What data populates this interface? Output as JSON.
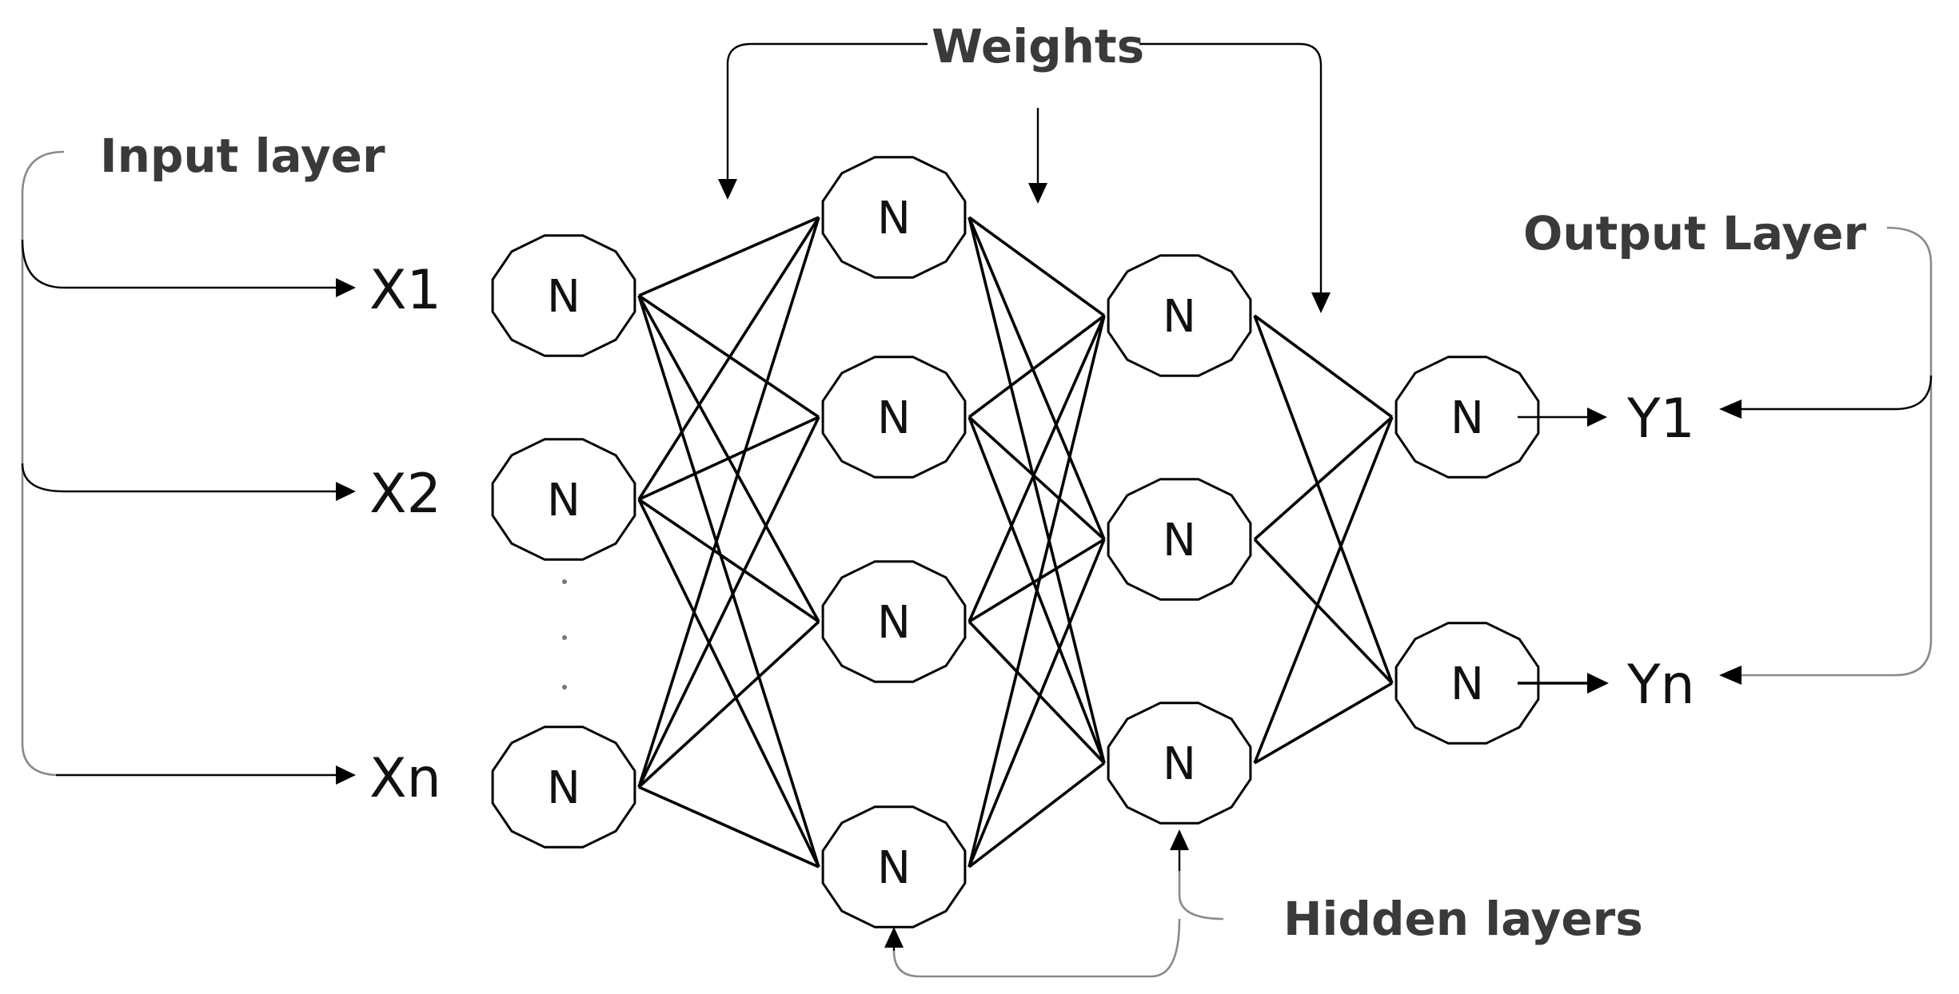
{
  "labels": {
    "weights": "Weights",
    "input_layer": "Input layer",
    "output_layer": "Output Layer",
    "hidden_layers": "Hidden layers"
  },
  "node_label": "N",
  "inputs": [
    "X1",
    "X2",
    "Xn"
  ],
  "outputs": [
    "Y1",
    "Yn"
  ],
  "layers": [
    {
      "name": "input",
      "count": 3
    },
    {
      "name": "hidden-1",
      "count": 4
    },
    {
      "name": "hidden-2",
      "count": 3
    },
    {
      "name": "output",
      "count": 2
    }
  ],
  "colors": {
    "stroke": "#000000",
    "section_text": "#3a3a3a",
    "bracket": "#8a8a8a"
  }
}
